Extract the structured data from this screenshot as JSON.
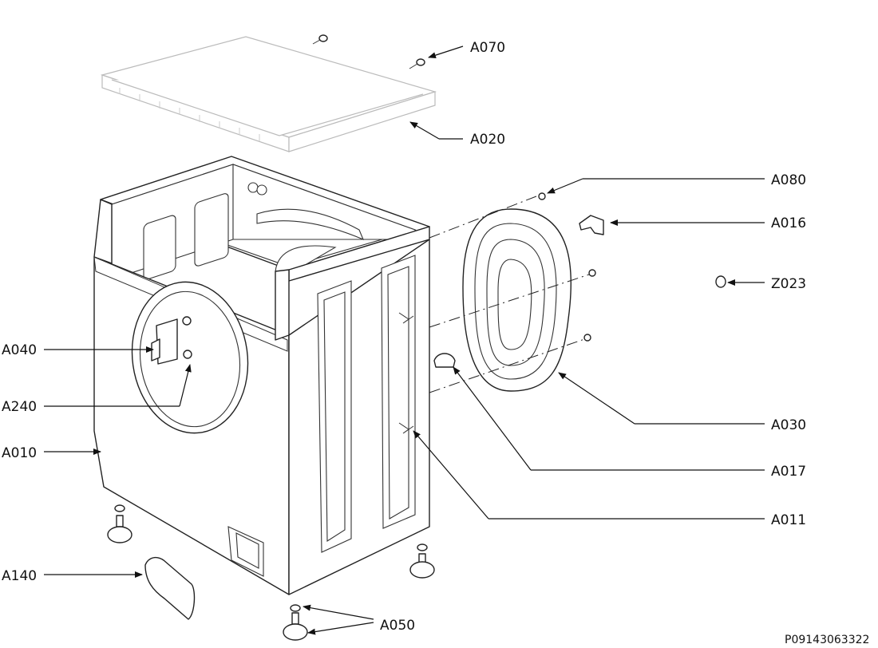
{
  "labels": {
    "a070": "A070",
    "a020": "A020",
    "a080": "A080",
    "a016": "A016",
    "z023": "Z023",
    "a040": "A040",
    "a240": "A240",
    "a010": "A010",
    "a030": "A030",
    "a017": "A017",
    "a011": "A011",
    "a140": "A140",
    "a050": "A050"
  },
  "drawing_code": "P09143063322",
  "colors": {
    "line": "#222222",
    "light_line": "#bbbbbb",
    "background": "#ffffff"
  }
}
